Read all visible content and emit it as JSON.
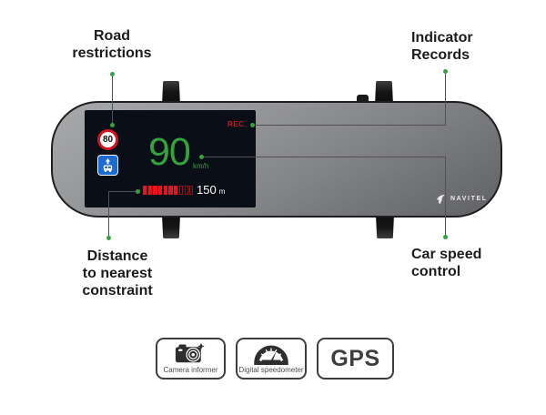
{
  "colors": {
    "accent_green": "#35a23e",
    "rec_red": "#cc1420",
    "bar_red": "#e8131d",
    "sign_red": "#d5121f",
    "sign_blue": "#1a6bd4",
    "label_text": "#1c1c1c"
  },
  "annotations": {
    "road_restrictions": {
      "line1": "Road",
      "line2": "restrictions"
    },
    "indicator_records": {
      "line1": "Indicator",
      "line2": "Records"
    },
    "distance_constraint": {
      "line1": "Distance",
      "line2": "to nearest",
      "line3": "constraint"
    },
    "car_speed_control": {
      "line1": "Car speed",
      "line2": "control"
    }
  },
  "device": {
    "brand": "NAVITEL",
    "screen": {
      "rec_label": "REC",
      "speed_value": "90",
      "speed_unit": "km/h",
      "speed_limit": "80",
      "distance_value": "150",
      "distance_unit": "m",
      "bar": {
        "filled": 7,
        "empty": 3
      }
    }
  },
  "features": [
    {
      "icon": "camera-icon",
      "label": "Camera informer"
    },
    {
      "icon": "speedometer-icon",
      "label": "Digital speedometer"
    },
    {
      "icon": "gps-text",
      "label": "GPS"
    }
  ]
}
